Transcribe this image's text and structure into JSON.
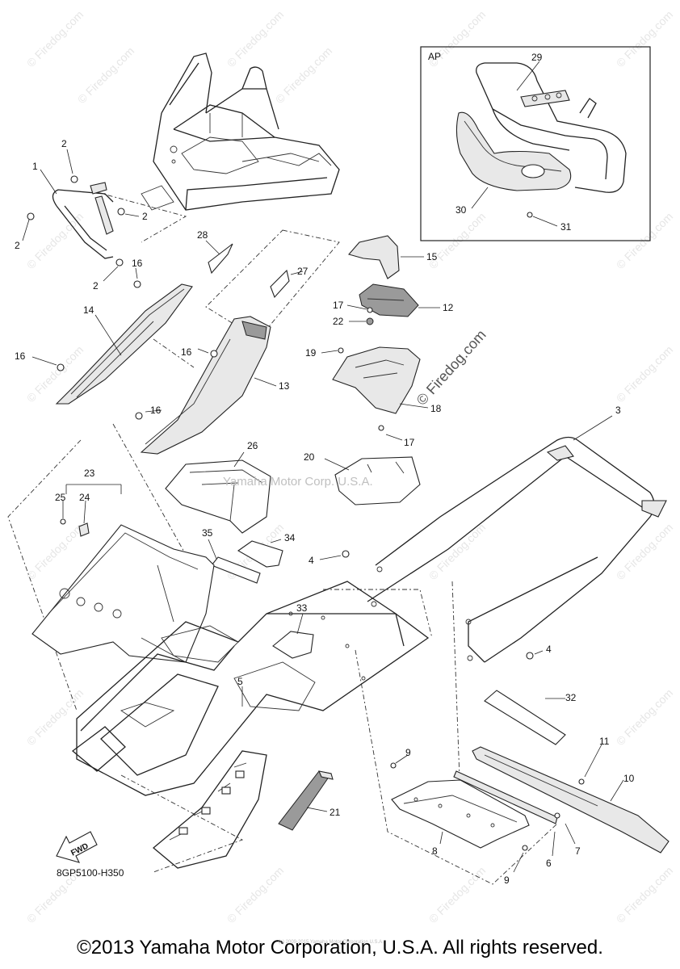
{
  "watermark": {
    "text": "© Firedog.com",
    "center_text_1": "© Firedog.com",
    "center_text_2": "Yamaha Motor Corp. U.S.A."
  },
  "inset": {
    "label": "AP"
  },
  "callouts": {
    "c1": "1",
    "c2a": "2",
    "c2b": "2",
    "c2c": "2",
    "c2d": "2",
    "c3": "3",
    "c4a": "4",
    "c4b": "4",
    "c5": "5",
    "c6": "6",
    "c7": "7",
    "c8": "8",
    "c9a": "9",
    "c9b": "9",
    "c10": "10",
    "c11": "11",
    "c12": "12",
    "c13": "13",
    "c14": "14",
    "c15": "15",
    "c16a": "16",
    "c16b": "16",
    "c16c": "16",
    "c16d": "16",
    "c17a": "17",
    "c17b": "17",
    "c18": "18",
    "c19": "19",
    "c20": "20",
    "c21": "21",
    "c22": "22",
    "c23": "23",
    "c24": "24",
    "c25": "25",
    "c26": "26",
    "c27": "27",
    "c28": "28",
    "c29": "29",
    "c30": "30",
    "c31": "31",
    "c32": "32",
    "c33": "33",
    "c34": "34",
    "c35": "35"
  },
  "fwd_label": "FWD",
  "diagram_code": "8GP5100-H350",
  "footer": {
    "copyright": "©2013 Yamaha Motor Corporation, U.S.A. All rights reserved.",
    "fine_print": "(c) 2009-2015 Yamaha Motor Corporation U.S.A."
  }
}
